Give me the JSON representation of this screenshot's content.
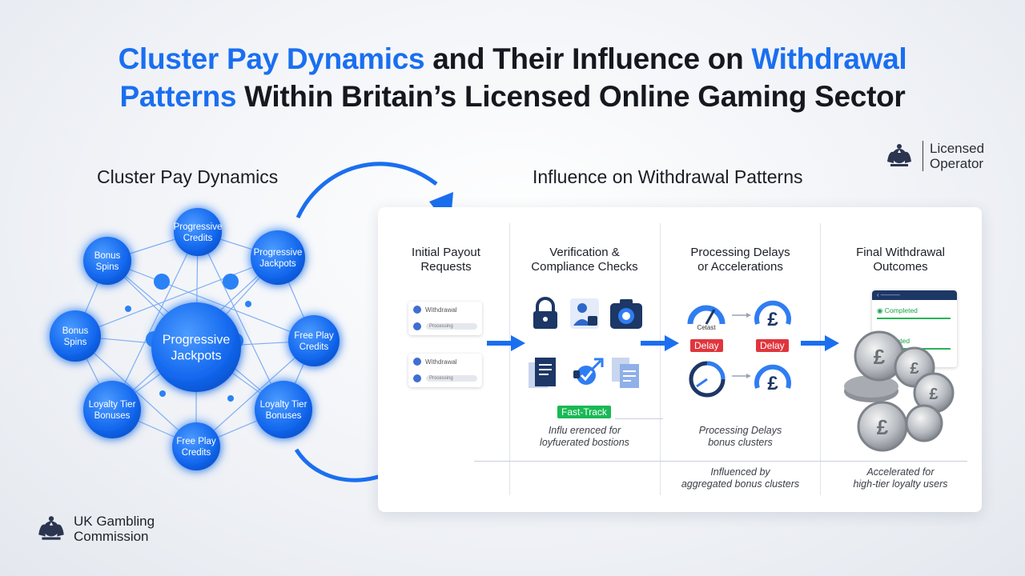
{
  "title": {
    "part1_highlight": "Cluster Pay Dynamics",
    "part1_rest": " and Their Influence on ",
    "part1_highlight2": "Withdrawal",
    "part2_highlight": "Patterns",
    "part2_rest": " Within Britain’s Licensed Online Gaming Sector"
  },
  "left_heading": "Cluster Pay Dynamics",
  "right_heading": "Influence on Withdrawal Patterns",
  "licensed_badge": {
    "line1": "Licensed",
    "line2": "Operator",
    "icon": "royal-crest-icon"
  },
  "regulator": {
    "line1": "UK Gambling",
    "line2": "Commission",
    "icon": "royal-crest-icon"
  },
  "network": {
    "center": [
      "Progressive",
      "Jackpots"
    ],
    "nodes": [
      {
        "id": "top",
        "lines": [
          "Progressive",
          "Credits"
        ]
      },
      {
        "id": "top-right",
        "lines": [
          "Progressive",
          "Jackpots"
        ]
      },
      {
        "id": "upper-left",
        "lines": [
          "Bonus",
          "Spins"
        ]
      },
      {
        "id": "left",
        "lines": [
          "Bonus",
          "Spins"
        ]
      },
      {
        "id": "right",
        "lines": [
          "Free Play",
          "Credits"
        ]
      },
      {
        "id": "lower-left",
        "lines": [
          "Loyalty Tier",
          "Bonuses"
        ]
      },
      {
        "id": "lower-right",
        "lines": [
          "Loyalty Tier",
          "Bonuses"
        ]
      },
      {
        "id": "bottom",
        "lines": [
          "Free Play",
          "Credits"
        ]
      }
    ]
  },
  "columns": [
    {
      "heading": [
        "Initial Payout",
        "Requests"
      ]
    },
    {
      "heading": [
        "Verification &",
        "Compliance Checks"
      ]
    },
    {
      "heading": [
        "Processing Delays",
        "or Accelerations"
      ]
    },
    {
      "heading": [
        "Final Withdrawal",
        "Outcomes"
      ]
    }
  ],
  "requests": {
    "card1": {
      "label": "Withdrawal",
      "sub": "Processing"
    },
    "card2": {
      "label": "Withdrawal",
      "sub": "Processing"
    }
  },
  "verification": {
    "icons": [
      "padlock-icon",
      "user-lock-icon",
      "camera-icon",
      "document-icon",
      "shield-check-icon",
      "copy-documents-icon"
    ],
    "fast_track": "Fast-Track",
    "note": [
      "Influ erenced for",
      "loyfuerated bostions"
    ]
  },
  "processing": {
    "gauge_label": "Cetast",
    "delay1": "Delay",
    "delay2": "Delay",
    "currency": "£",
    "note": [
      "Processing Delays",
      "bonus clusters"
    ],
    "bottom_note": [
      "Influenced by",
      "aggregated bonus clusters"
    ]
  },
  "outcomes": {
    "status_header": "———",
    "status1": "Completed",
    "status2": "Completed",
    "bottom_note": [
      "Accelerated for",
      "high-tier loyalty users"
    ]
  },
  "colors": {
    "accent": "#1a6ff0",
    "node": "#1f78f0",
    "delay": "#e0353d",
    "fast_track": "#19b955",
    "status_bar": "#1d3766",
    "completed": "#17a347"
  }
}
